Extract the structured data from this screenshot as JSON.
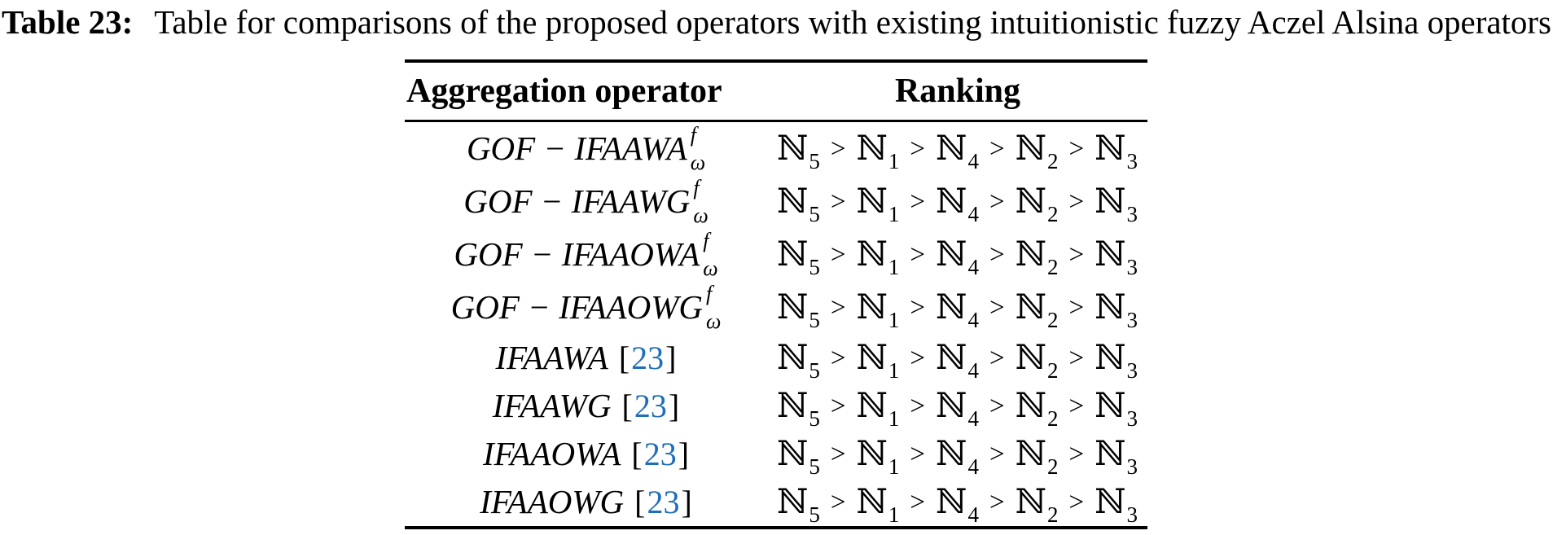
{
  "page": {
    "background": "#ffffff",
    "text_color": "#000000",
    "citation_color": "#1f6eb9"
  },
  "caption": {
    "label": "Table 23:",
    "text": "Table for comparisons of the proposed operators with existing intuitionistic fuzzy Aczel Alsina operators"
  },
  "table": {
    "headers": [
      "Aggregation operator",
      "Ranking"
    ],
    "math": {
      "set_symbol": "ℕ",
      "greater_than": ">",
      "superscript": "f",
      "subscript": "ω",
      "cite_open": "[",
      "cite_close": "]"
    },
    "rows": [
      {
        "operator": "GOF − IFAAWA",
        "has_supsub": true,
        "cite": null,
        "ranking_order": [
          "5",
          "1",
          "4",
          "2",
          "3"
        ]
      },
      {
        "operator": "GOF − IFAAWG",
        "has_supsub": true,
        "cite": null,
        "ranking_order": [
          "5",
          "1",
          "4",
          "2",
          "3"
        ]
      },
      {
        "operator": "GOF − IFAAOWA",
        "has_supsub": true,
        "cite": null,
        "ranking_order": [
          "5",
          "1",
          "4",
          "2",
          "3"
        ]
      },
      {
        "operator": "GOF − IFAAOWG",
        "has_supsub": true,
        "cite": null,
        "ranking_order": [
          "5",
          "1",
          "4",
          "2",
          "3"
        ]
      },
      {
        "operator": "IFAAWA",
        "has_supsub": false,
        "cite": "23",
        "ranking_order": [
          "5",
          "1",
          "4",
          "2",
          "3"
        ]
      },
      {
        "operator": "IFAAWG",
        "has_supsub": false,
        "cite": "23",
        "ranking_order": [
          "5",
          "1",
          "4",
          "2",
          "3"
        ]
      },
      {
        "operator": "IFAAOWA",
        "has_supsub": false,
        "cite": "23",
        "ranking_order": [
          "5",
          "1",
          "4",
          "2",
          "3"
        ]
      },
      {
        "operator": "IFAAOWG",
        "has_supsub": false,
        "cite": "23",
        "ranking_order": [
          "5",
          "1",
          "4",
          "2",
          "3"
        ]
      }
    ]
  }
}
